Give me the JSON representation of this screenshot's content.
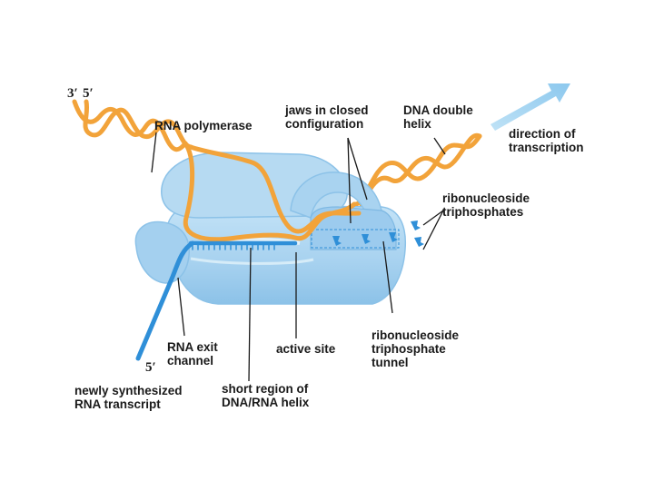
{
  "strand_labels": {
    "top_3prime": "3′",
    "top_5prime": "5′",
    "rna_5prime": "5′"
  },
  "labels": {
    "rna_polymerase": "RNA polymerase",
    "jaws": [
      "jaws in closed",
      "configuration"
    ],
    "dna_helix": [
      "DNA double",
      "helix"
    ],
    "direction": [
      "direction of",
      "transcription"
    ],
    "ribo_triphosphates": [
      "ribonucleoside",
      "triphosphates"
    ],
    "ribo_tunnel": [
      "ribonucleoside",
      "triphosphate",
      "tunnel"
    ],
    "active_site": "active site",
    "rna_exit": [
      "RNA exit",
      "channel"
    ],
    "short_region": [
      "short region of",
      "DNA/RNA helix"
    ],
    "newly_synth": [
      "newly synthesized",
      "RNA transcript"
    ]
  },
  "colors": {
    "dna": "#f2a33a",
    "polymerase_fill": "#a9d3f0",
    "polymerase_dark": "#7fb9e3",
    "rna": "#2f8fd8",
    "arrow": "#9fd0f0",
    "leader": "#1a1a1a"
  }
}
